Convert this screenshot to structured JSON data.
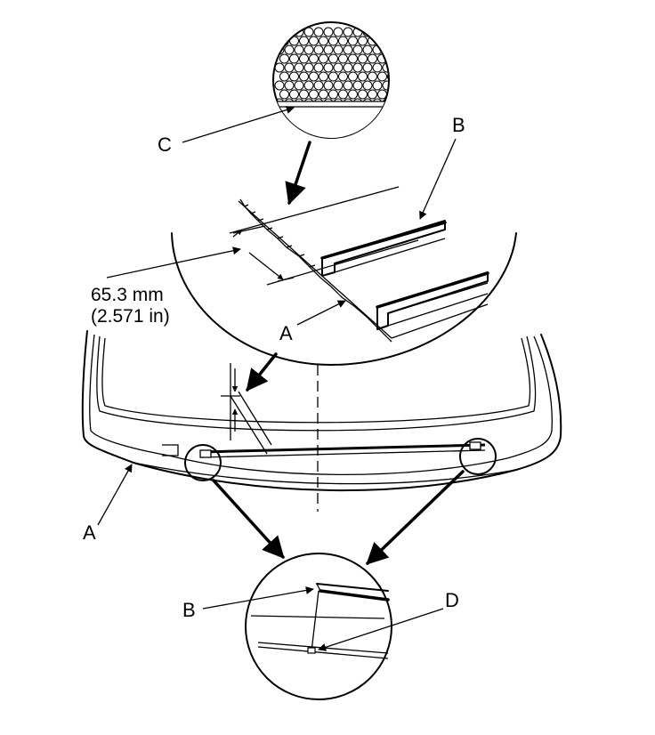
{
  "labels": {
    "a": "A",
    "b": "B",
    "c": "C",
    "d": "D"
  },
  "dimension": {
    "metric": "65.3 mm",
    "imperial": "(2.571 in)"
  }
}
